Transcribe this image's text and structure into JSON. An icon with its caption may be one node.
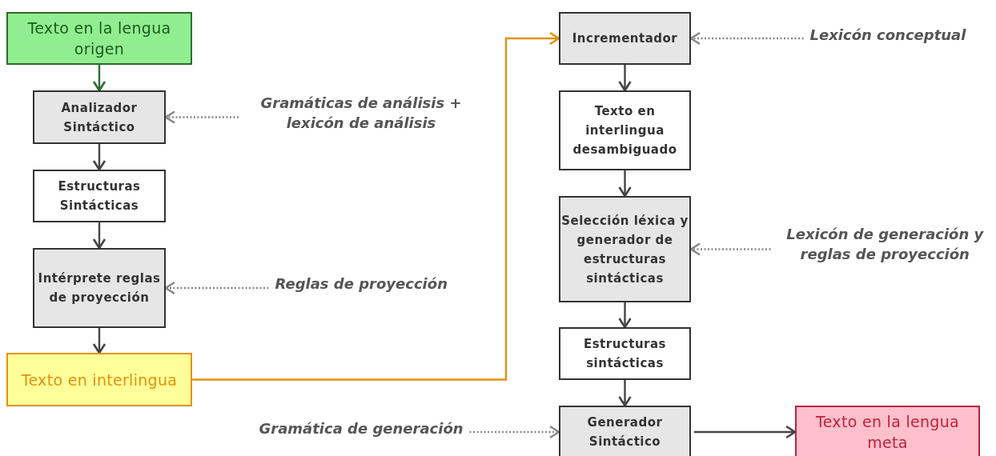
{
  "diagram": {
    "nodes": [
      {
        "text": [
          "Texto en la lengua origen"
        ]
      },
      {
        "text": [
          "Analizador Sintáctico"
        ]
      },
      {
        "text": [
          "Estructuras Sintácticas"
        ]
      },
      {
        "text": [
          "Intérprete reglas de proyección"
        ]
      },
      {
        "text": [
          "Texto en interlingua"
        ]
      },
      {
        "text": [
          "Incrementador"
        ]
      },
      {
        "text": [
          "Texto en interlingua desambiguado"
        ]
      },
      {
        "text": [
          "Selección léxica y generador de estructuras sintácticas"
        ]
      },
      {
        "text": [
          "Estructuras sintácticas"
        ]
      },
      {
        "text": [
          "Generador Sintáctico"
        ]
      },
      {
        "text": [
          "Texto en la lengua meta"
        ]
      },
      {
        "text": [
          "Gramáticas de análisis + lexicón de análisis"
        ]
      },
      {
        "text": [
          "Reglas de proyección"
        ]
      },
      {
        "text": [
          "Lexicón conceptual"
        ]
      },
      {
        "text": [
          "Lexicón de generación y reglas de proyección"
        ]
      },
      {
        "text": [
          "Gramática de generación"
        ]
      }
    ],
    "edges": [
      {
        "from": 0,
        "to": 1,
        "arrow": "to",
        "color": "#2e6b2e"
      },
      {
        "from": 1,
        "to": 2,
        "arrow": "to"
      },
      {
        "from": 2,
        "to": 3,
        "arrow": "to"
      },
      {
        "from": 3,
        "to": 4,
        "arrow": "to"
      },
      {
        "from": 4,
        "to": 5,
        "arrow": "to",
        "color": "#e0920f"
      },
      {
        "from": 5,
        "to": 6,
        "arrow": "to"
      },
      {
        "from": 6,
        "to": 7,
        "arrow": "to"
      },
      {
        "from": 7,
        "to": 8,
        "arrow": "to"
      },
      {
        "from": 8,
        "to": 9,
        "arrow": "to"
      },
      {
        "from": 9,
        "to": 10,
        "arrow": "to"
      },
      {
        "from": 11,
        "to": 1,
        "arrow": "to",
        "style": "dashed",
        "color": "#888888"
      },
      {
        "from": 12,
        "to": 3,
        "arrow": "to",
        "style": "dashed",
        "color": "#888888"
      },
      {
        "from": 13,
        "to": 5,
        "arrow": "to",
        "style": "dashed",
        "color": "#888888"
      },
      {
        "from": 14,
        "to": 7,
        "arrow": "to",
        "style": "dashed",
        "color": "#888888"
      },
      {
        "from": 15,
        "to": 9,
        "arrow": "to",
        "style": "dashed",
        "color": "#888888"
      }
    ]
  }
}
